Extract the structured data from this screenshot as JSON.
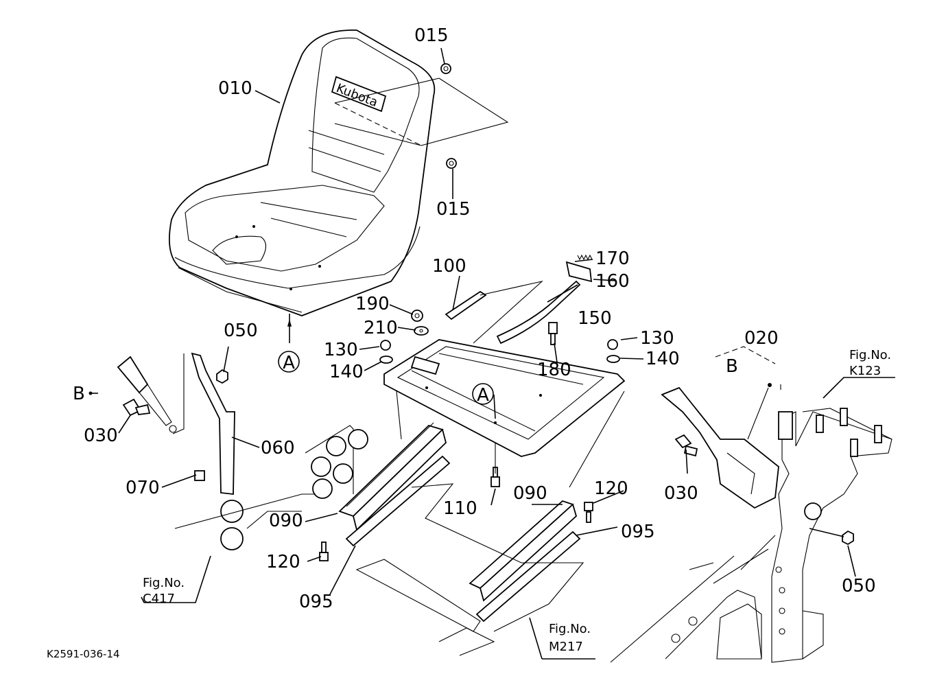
{
  "drawing_code": "K2591-036-14",
  "brand_on_seat": "Kubota",
  "callouts": {
    "p010": "010",
    "p015a": "015",
    "p015b": "015",
    "p020": "020",
    "p030a": "030",
    "p030b": "030",
    "p050a": "050",
    "p050b": "050",
    "p060": "060",
    "p070": "070",
    "p090a": "090",
    "p090b": "090",
    "p095a": "095",
    "p095b": "095",
    "p100": "100",
    "p110": "110",
    "p120a": "120",
    "p120b": "120",
    "p130a": "130",
    "p130b": "130",
    "p140a": "140",
    "p140b": "140",
    "p150": "150",
    "p160": "160",
    "p170": "170",
    "p180": "180",
    "p190": "190",
    "p210": "210"
  },
  "ref_markers": {
    "a1": "A",
    "a2": "A",
    "b1": "B",
    "b2": "B"
  },
  "fig_refs": {
    "k123": {
      "prefix": "Fig.No.",
      "code": "K123"
    },
    "c417": {
      "prefix": "Fig.No.",
      "code": "C417"
    },
    "m217": {
      "prefix": "Fig.No.",
      "code": "M217"
    }
  }
}
